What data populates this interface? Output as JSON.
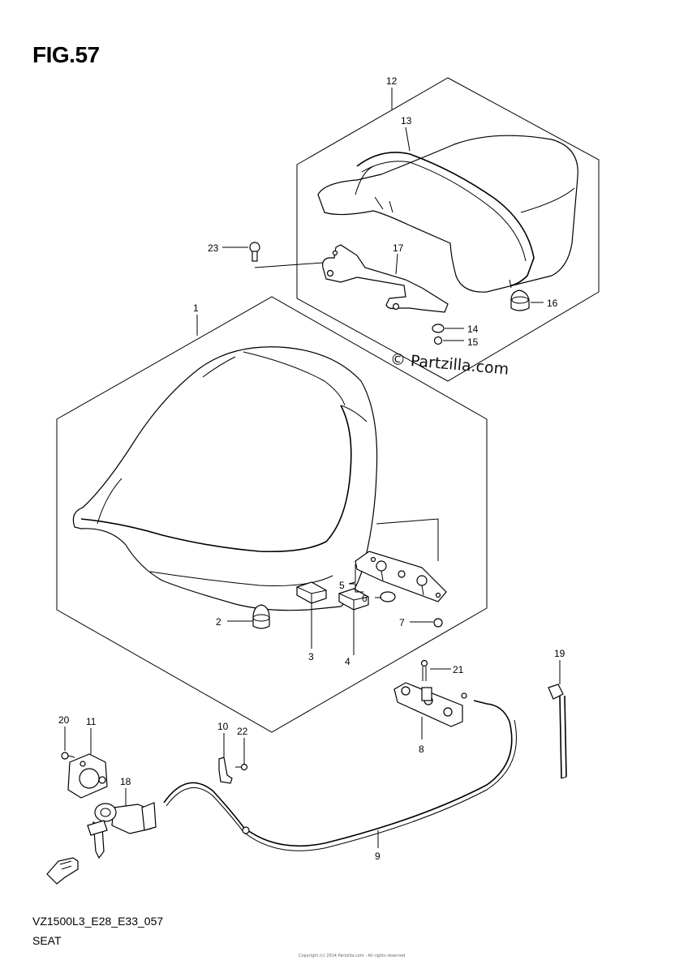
{
  "figure": {
    "title": "FIG.57",
    "code": "VZ1500L3_E28_E33_057",
    "name": "SEAT",
    "watermark": "© Partzilla.com",
    "fine_print": "Copyright (c) 2014 Partzilla.com - All rights reserved"
  },
  "callouts": [
    "1",
    "2",
    "3",
    "4",
    "5",
    "6",
    "7",
    "8",
    "9",
    "10",
    "11",
    "12",
    "13",
    "14",
    "15",
    "16",
    "17",
    "18",
    "19",
    "20",
    "21",
    "22",
    "23"
  ],
  "icons": {
    "direction": "fwd-arrow-icon"
  }
}
